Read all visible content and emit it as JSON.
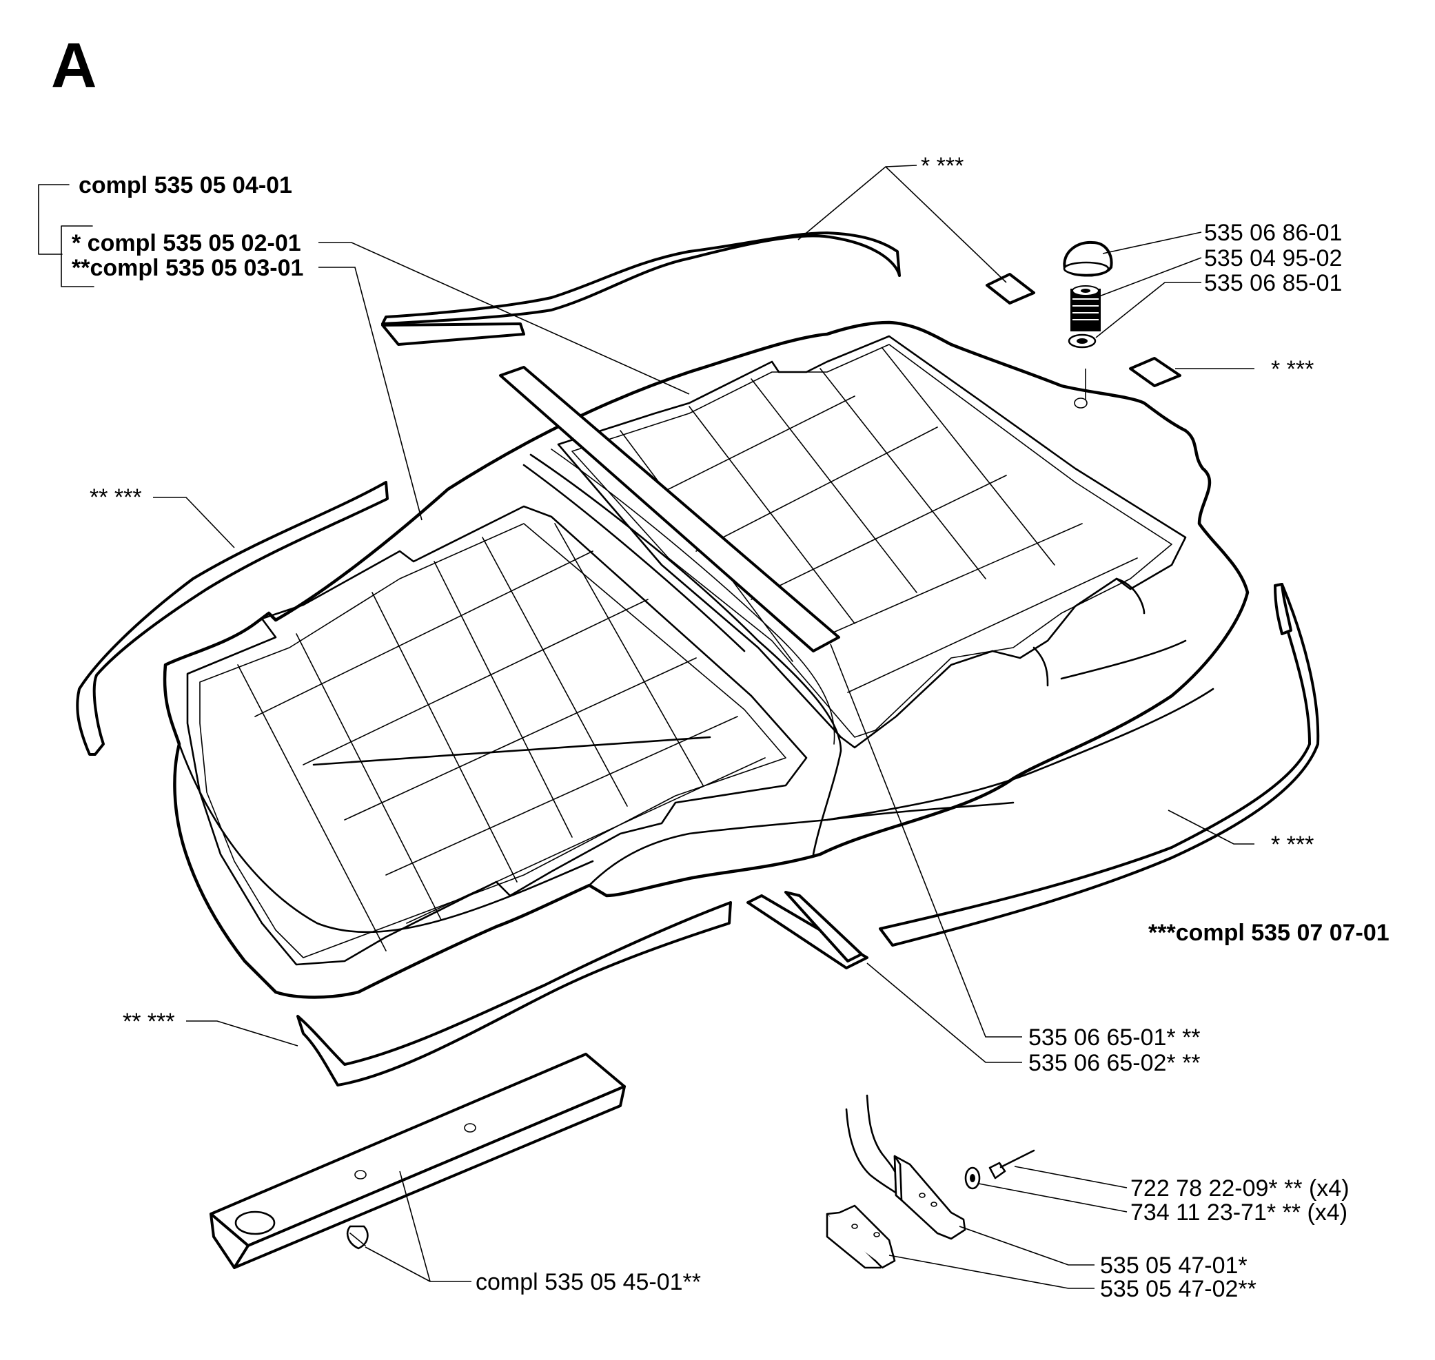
{
  "section_letter": "A",
  "assembly_labels": {
    "compl_main": "compl 535 05 04-01",
    "compl_star": "* compl 535 05 02-01",
    "compl_double_star": "**compl 535 05 03-01",
    "compl_triple_star": "***compl 535 07 07-01"
  },
  "part_labels": {
    "top_star_triple": "* ***",
    "knob_cap": "535 06 86-01",
    "spring": "535 04 95-02",
    "washer_top": "535 06 85-01",
    "right_pad_star_triple": "* ***",
    "left_strip_upper": "** ***",
    "right_strip_star_triple": "* ***",
    "left_strip_lower": "** ***",
    "center_strip_1": "535 06 65-01* **",
    "center_strip_2": "535 06 65-02* **",
    "rivet": "722 78 22-09* ** (x4)",
    "washer_small": "734 11 23-71* ** (x4)",
    "bracket_1": "535 05 47-01*",
    "bracket_2": "535 05 47-02**",
    "seat_plate": "compl 535 05 45-01**"
  },
  "icons": [
    "seat-cushion-drawing",
    "trim-strip-drawing",
    "knob-drawing",
    "bracket-drawing",
    "seat-plate-drawing"
  ]
}
